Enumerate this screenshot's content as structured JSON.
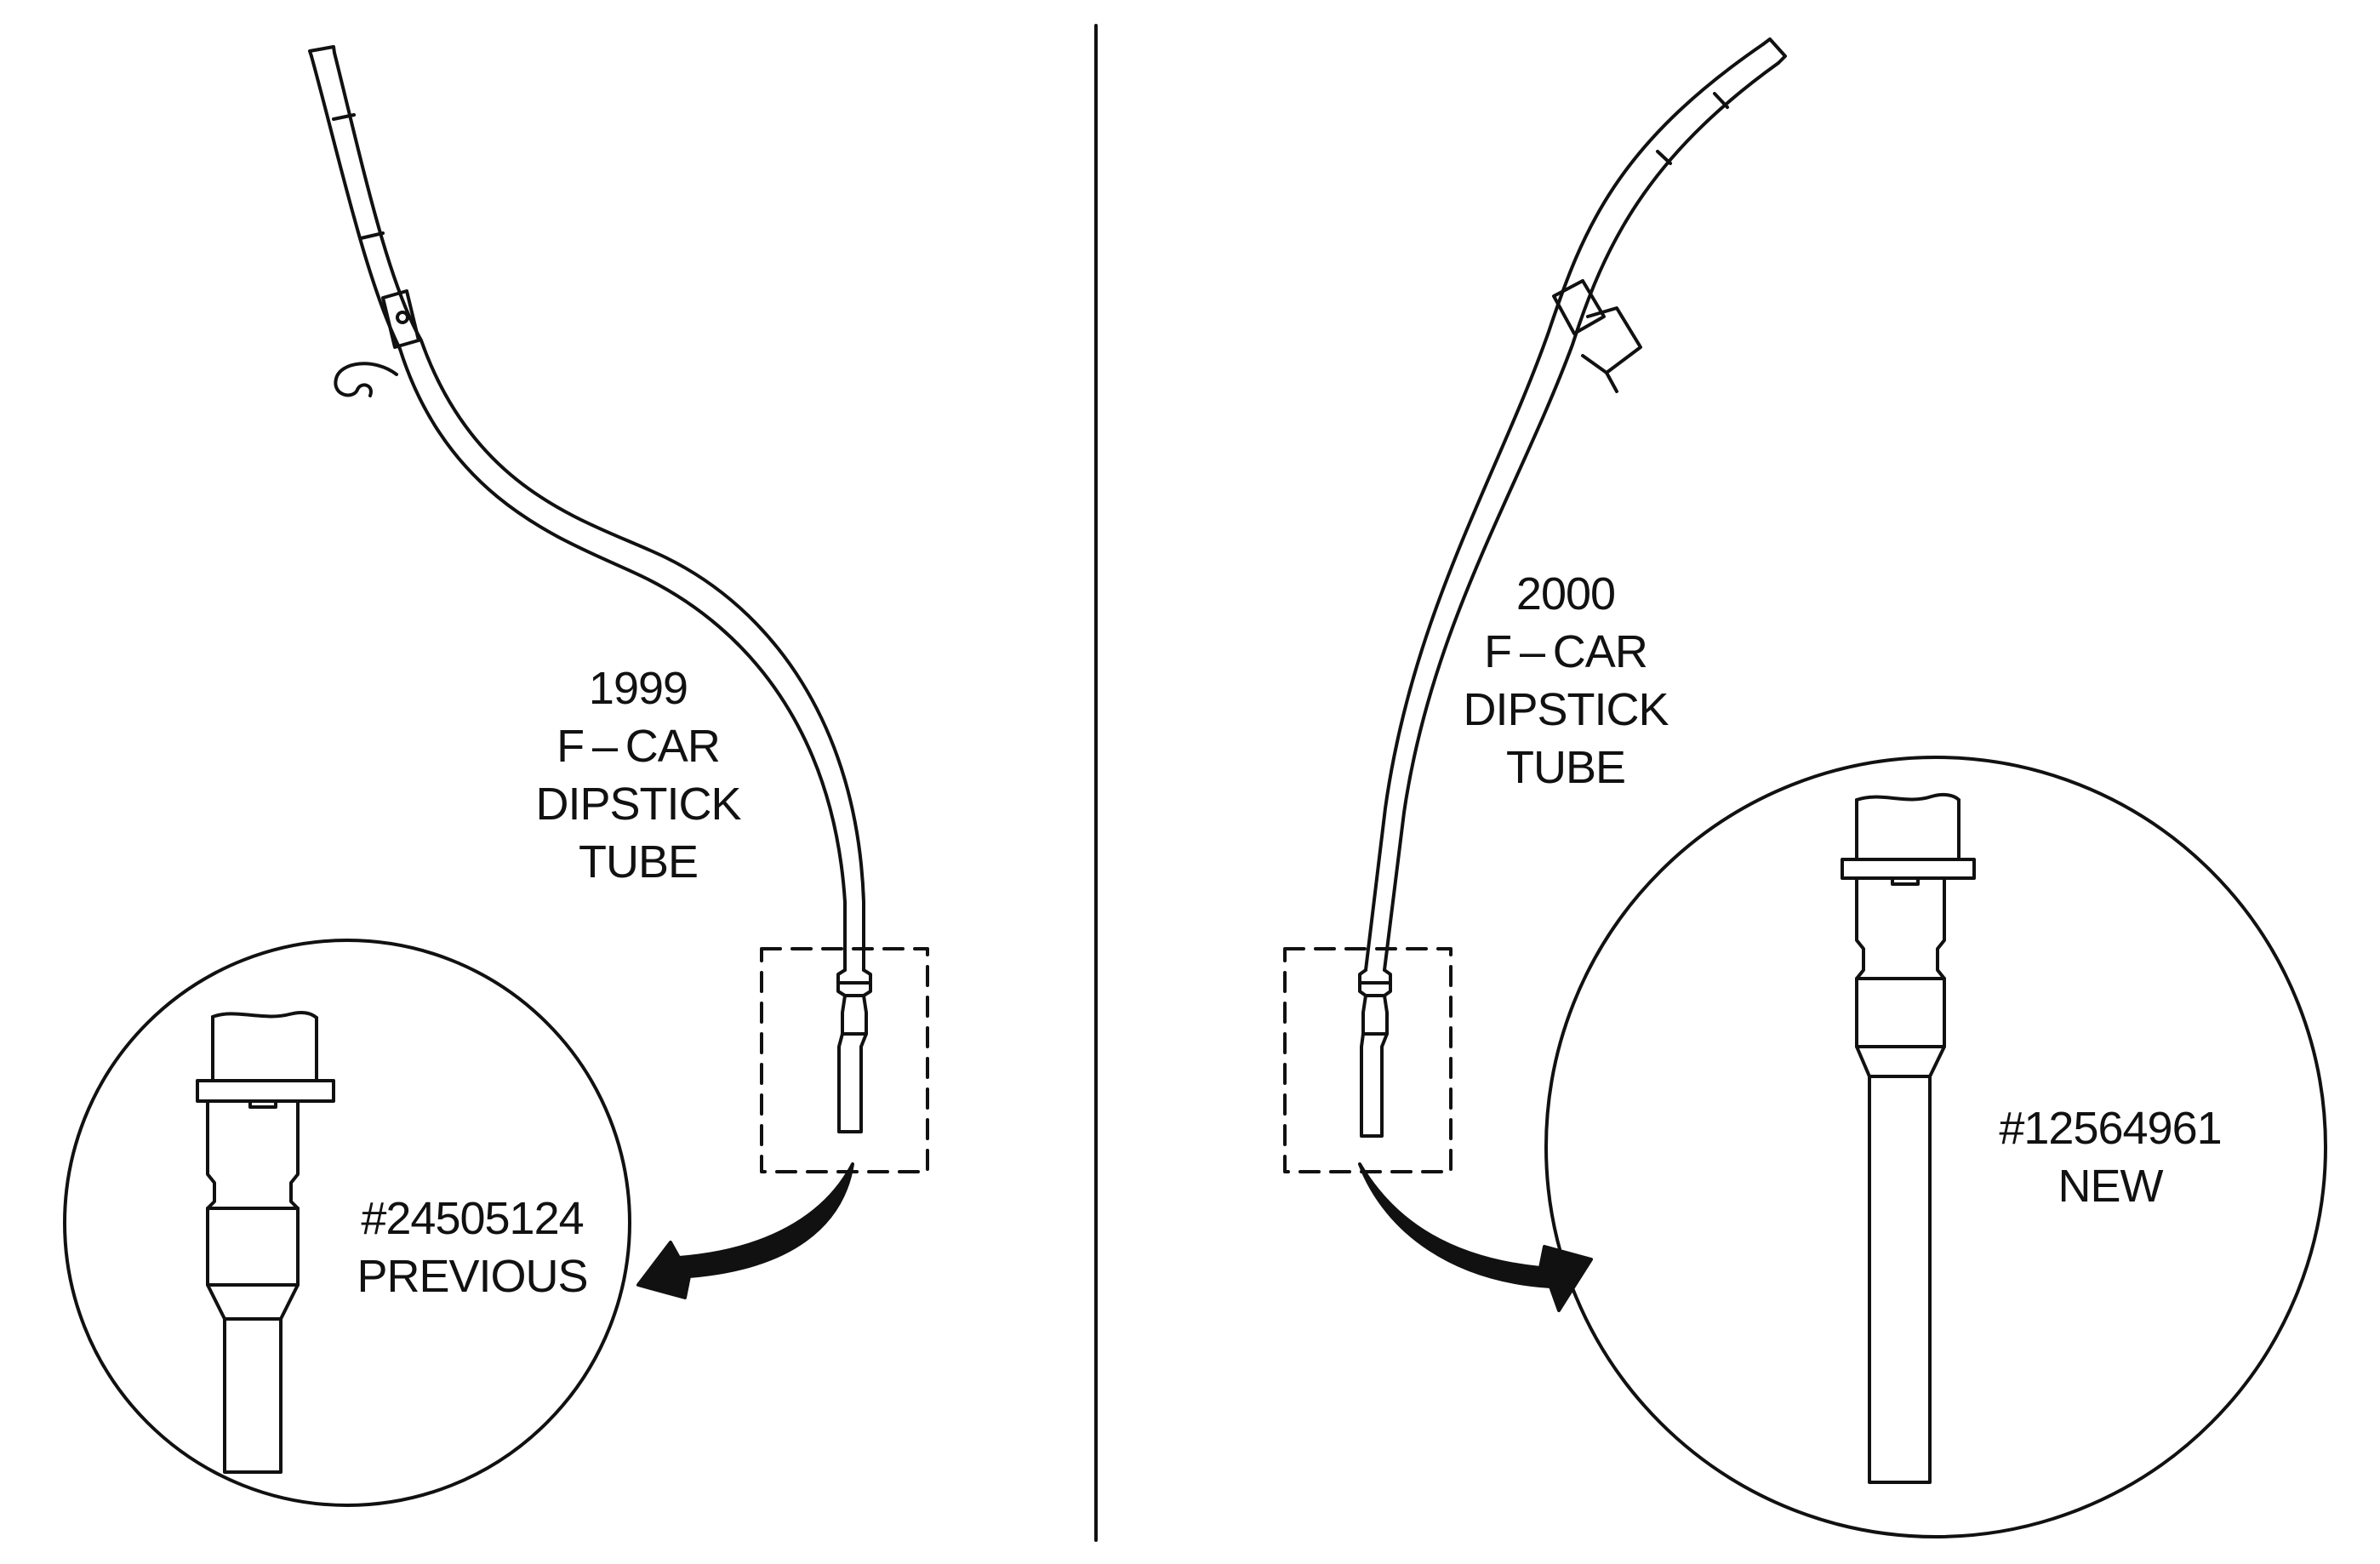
{
  "left_panel": {
    "tube_label": [
      "1999",
      "F – CAR",
      "DIPSTICK",
      "TUBE"
    ],
    "part_label": [
      "#24505124",
      "PREVIOUS"
    ]
  },
  "right_panel": {
    "tube_label": [
      "2000",
      "F – CAR",
      "DIPSTICK",
      "TUBE"
    ],
    "part_label": [
      "#12564961",
      "NEW"
    ]
  },
  "colors": {
    "line": "#111111",
    "background": "#ffffff"
  }
}
